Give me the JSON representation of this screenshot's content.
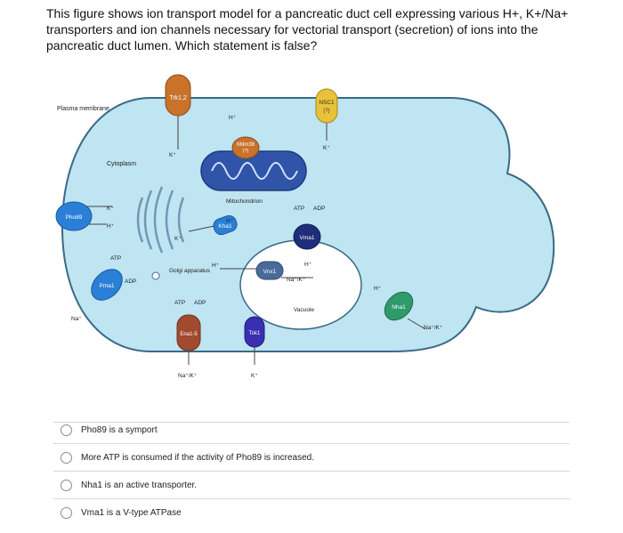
{
  "question": {
    "text": "This figure shows ion transport model for a pancreatic duct cell expressing various H+, K+/Na+ transporters and ion channels necessary for vectorial transport (secretion) of ions into the pancreatic duct lumen. Which statement is false?"
  },
  "diagram": {
    "labels": {
      "plasma_membrane": "Plasma membrane",
      "cytoplasm": "Cytoplasm",
      "mitochondrion": "Mitochondrion",
      "golgi": "Golgi apparatus",
      "vacuole": "Vacuole"
    },
    "transporters": {
      "trk12": "Trk1,2",
      "nsc1": "NSC1",
      "nsc1_q": "(?)",
      "mdm38": "Mdm38",
      "mdm38_q": "(?)",
      "pho89": "Pho89",
      "kha1": "Kha1",
      "vma1": "Vma1",
      "vnx1": "Vnx1",
      "ena15": "Ena1-5",
      "tok1": "Tok1",
      "nha1": "Nha1",
      "pma1": "Pma1"
    },
    "ions": {
      "h_plus": "H⁺",
      "k_plus": "K⁺",
      "na_k": "Na⁺/K⁺",
      "na_plus": "Na⁺",
      "atp": "ATP",
      "adp": "ADP"
    }
  },
  "options": [
    {
      "label": "Pho89 is a symport"
    },
    {
      "label": "More ATP is consumed if the activity of Pho89 is increased."
    },
    {
      "label": "Nha1 is an active transporter."
    },
    {
      "label": "Vma1 is a V-type ATPase"
    }
  ],
  "colors": {
    "cytoplasm": "#bfe4f2",
    "membrane": "#3a6a86",
    "mito": "#2f54a8",
    "trk": "#c8722a",
    "nsc": "#e8c23a",
    "pma": "#2a7fd6",
    "vma": "#1f2e7a",
    "vnx": "#4a6b9a",
    "ena": "#a04a2e",
    "tok": "#3a2fb0",
    "nha": "#2f9a6a",
    "golgi": "#e8f4fa"
  }
}
